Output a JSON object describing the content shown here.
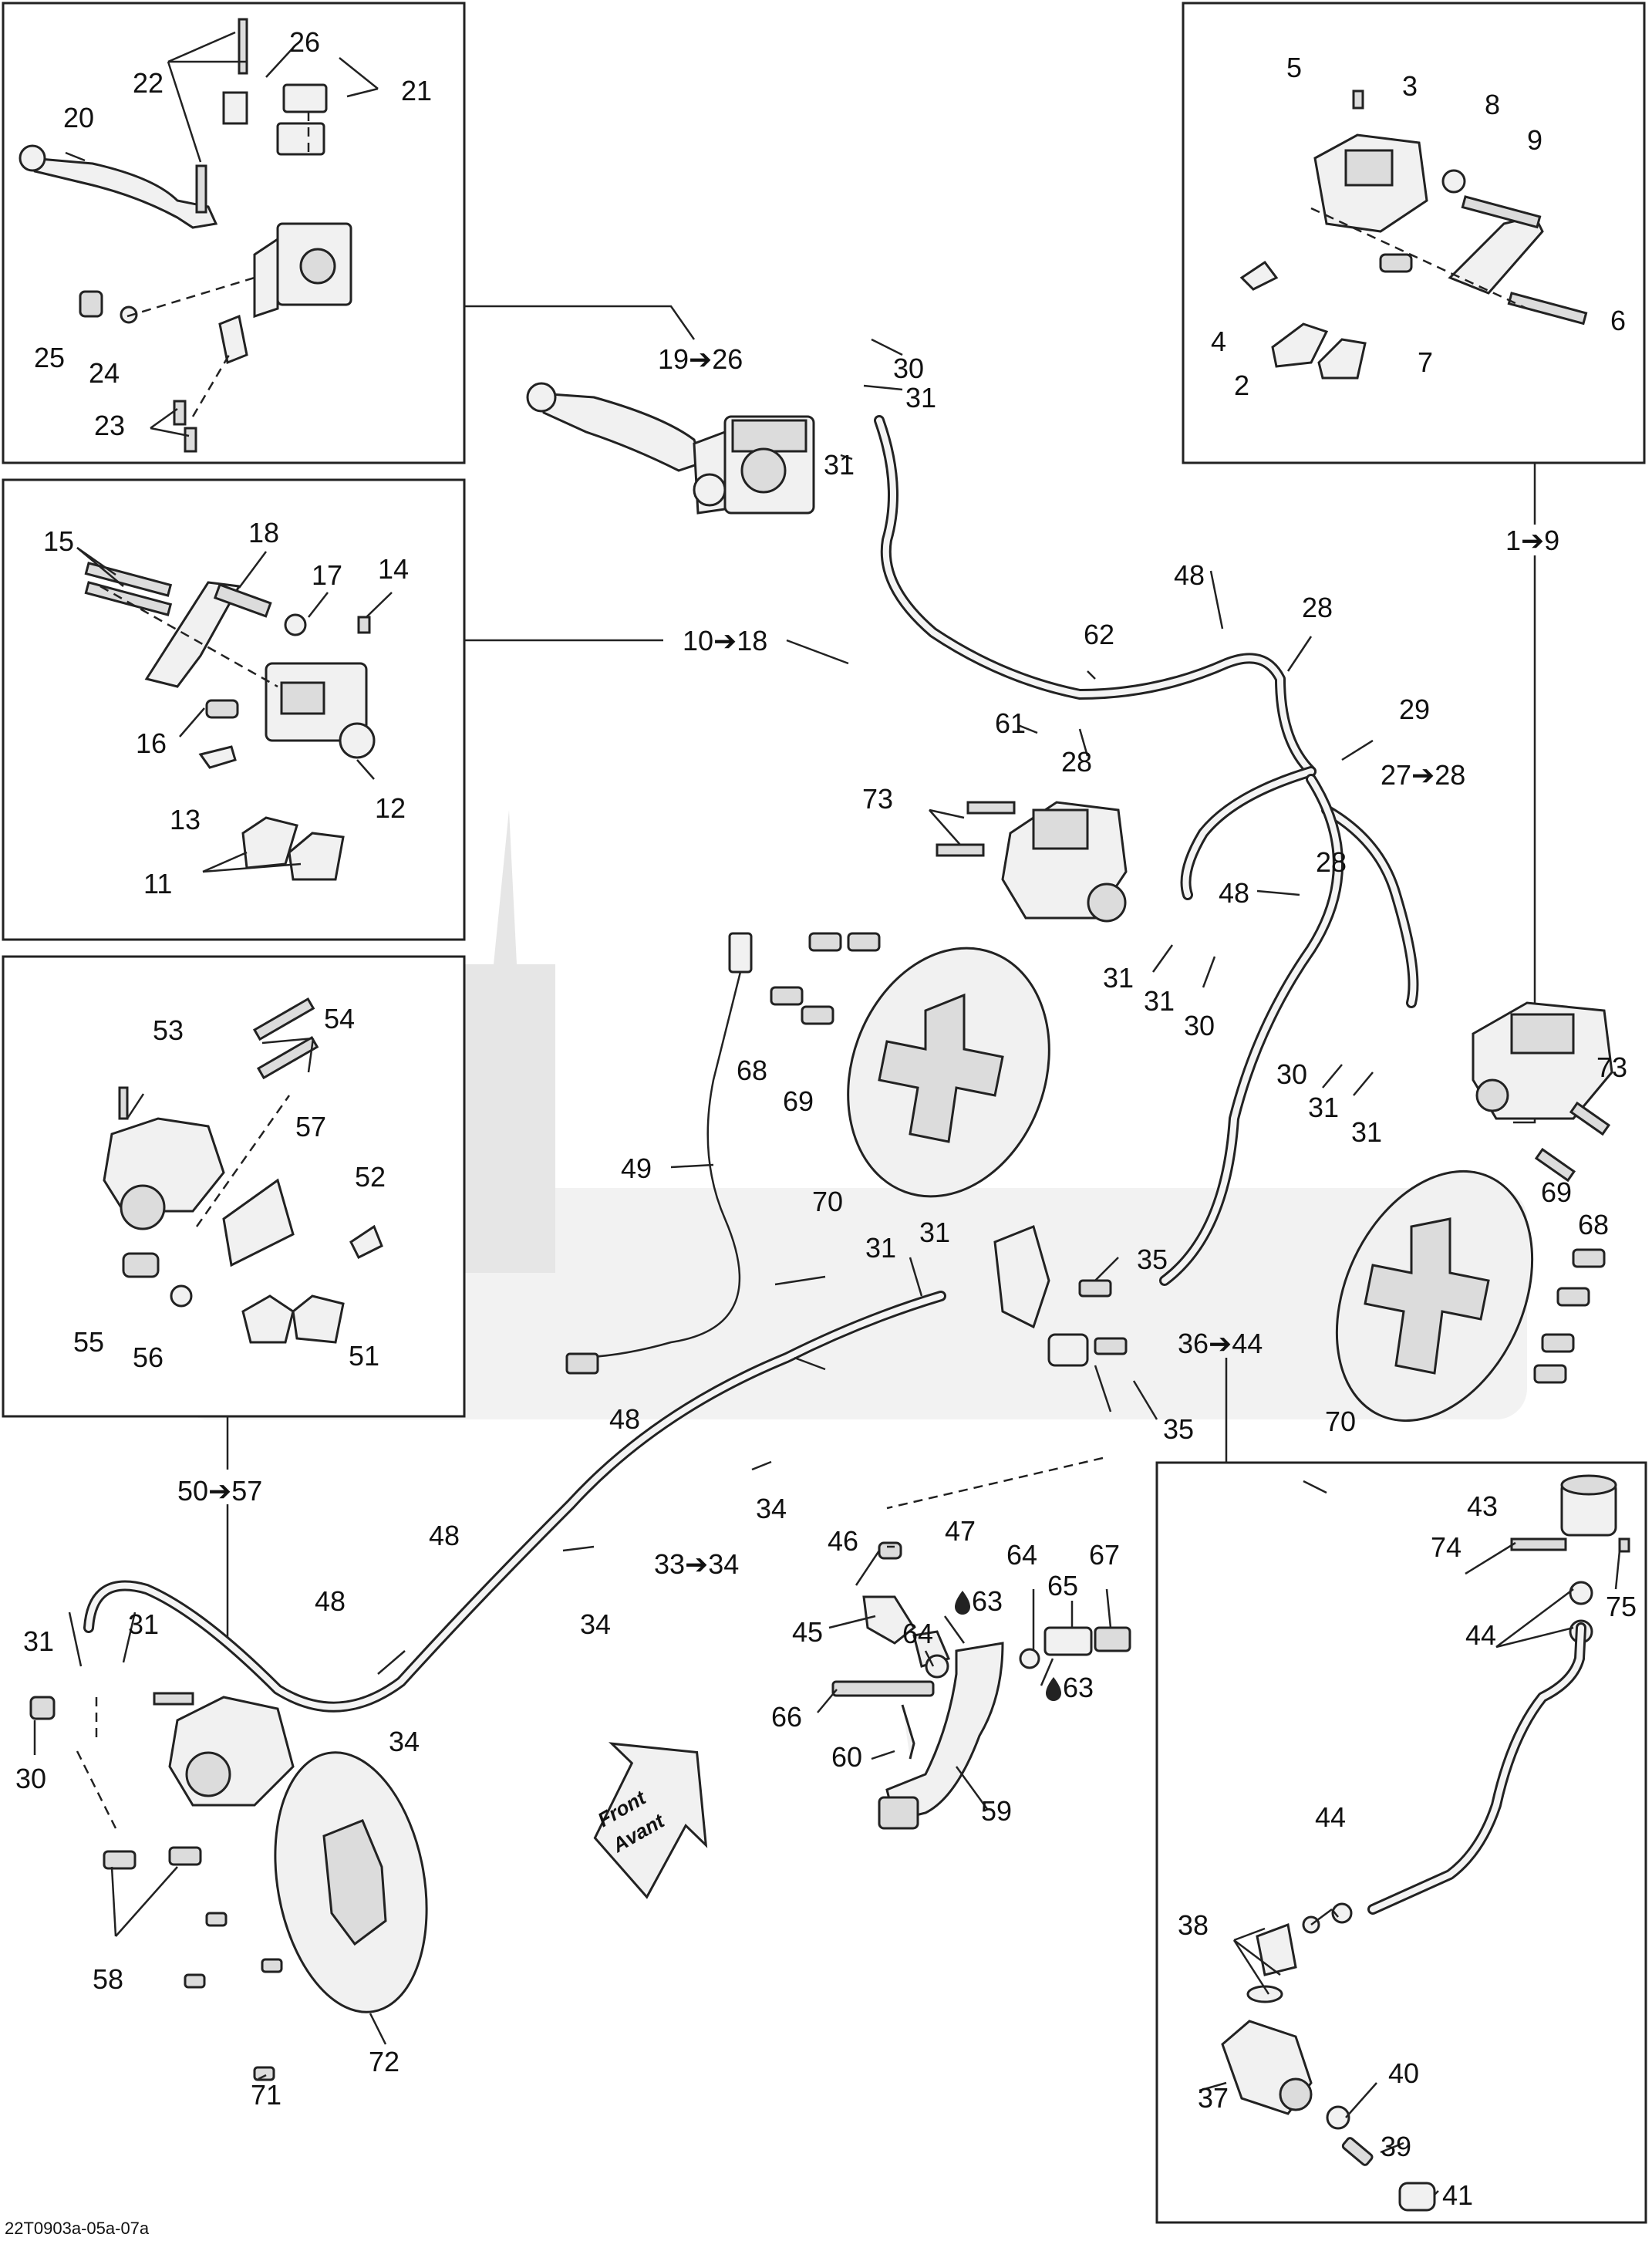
{
  "diagram_code": "22T0903a-05a-07a",
  "direction_label": {
    "line1": "Front",
    "line2": "Avant"
  },
  "callouts": [
    "1➔9",
    "2",
    "3",
    "4",
    "5",
    "6",
    "7",
    "8",
    "9",
    "10➔18",
    "11",
    "12",
    "13",
    "14",
    "15",
    "16",
    "17",
    "18",
    "19➔26",
    "20",
    "21",
    "22",
    "23",
    "24",
    "25",
    "26",
    "27➔28",
    "28",
    "29",
    "30",
    "31",
    "33➔34",
    "34",
    "35",
    "36➔44",
    "37",
    "38",
    "39",
    "40",
    "41",
    "43",
    "44",
    "45",
    "46",
    "47",
    "48",
    "49",
    "50➔57",
    "51",
    "52",
    "53",
    "54",
    "55",
    "56",
    "57",
    "58",
    "59",
    "60",
    "61",
    "62",
    "63",
    "64",
    "65",
    "66",
    "67",
    "68",
    "69",
    "70",
    "71",
    "72",
    "73",
    "74",
    "75"
  ]
}
